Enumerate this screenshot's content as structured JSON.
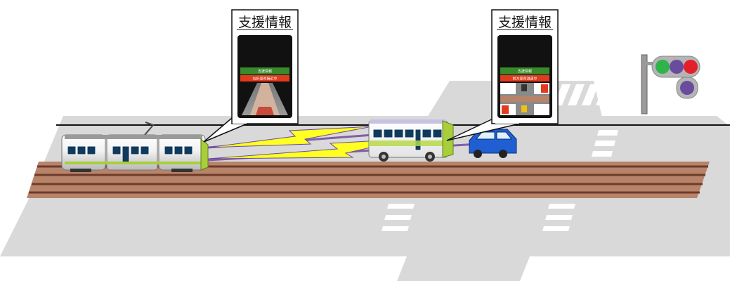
{
  "callouts": {
    "tram_label": "支援情報",
    "bus_label": "支援情報"
  },
  "tram_screen": {
    "header": "支援情報",
    "message": "右折車両接近中"
  },
  "bus_screen": {
    "header": "支援情報",
    "message": "前方車両減速中"
  },
  "colors": {
    "road": "#d9d9d9",
    "rail_bed": "#b7846a",
    "rail": "#6e3b2a",
    "signal_lightning": "#ffff22",
    "signal_purple": "#7f5fa8",
    "tram_accent": "#a8cf3a",
    "bus_stripe": "#b7d84a",
    "car_blue": "#1f5fd2",
    "screen_header": "#3a8a2c",
    "screen_alert": "#e23a1e",
    "traffic_green": "#2fb34a",
    "traffic_purple": "#6a4c9e",
    "traffic_red": "#e41f2b"
  }
}
